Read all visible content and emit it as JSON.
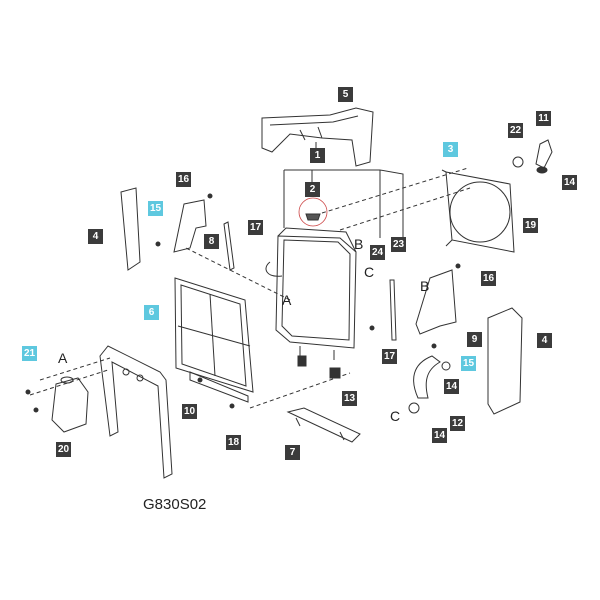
{
  "figure_code": "G830S02",
  "colors": {
    "callout_default": "#3b3b3b",
    "callout_highlight": "#5ec8df",
    "line": "#333333"
  },
  "callouts": [
    {
      "id": "c1",
      "label": "1",
      "highlighted": false
    },
    {
      "id": "c2",
      "label": "2",
      "highlighted": false
    },
    {
      "id": "c3",
      "label": "3",
      "highlighted": true
    },
    {
      "id": "c4a",
      "label": "4",
      "highlighted": false
    },
    {
      "id": "c4b",
      "label": "4",
      "highlighted": false
    },
    {
      "id": "c5",
      "label": "5",
      "highlighted": false
    },
    {
      "id": "c6",
      "label": "6",
      "highlighted": true
    },
    {
      "id": "c7",
      "label": "7",
      "highlighted": false
    },
    {
      "id": "c8",
      "label": "8",
      "highlighted": false
    },
    {
      "id": "c9",
      "label": "9",
      "highlighted": false
    },
    {
      "id": "c10",
      "label": "10",
      "highlighted": false
    },
    {
      "id": "c11",
      "label": "11",
      "highlighted": false
    },
    {
      "id": "c12",
      "label": "12",
      "highlighted": false
    },
    {
      "id": "c13",
      "label": "13",
      "highlighted": false
    },
    {
      "id": "c14a",
      "label": "14",
      "highlighted": false
    },
    {
      "id": "c14b",
      "label": "14",
      "highlighted": false
    },
    {
      "id": "c14c",
      "label": "14",
      "highlighted": false
    },
    {
      "id": "c15a",
      "label": "15",
      "highlighted": true
    },
    {
      "id": "c15b",
      "label": "15",
      "highlighted": true
    },
    {
      "id": "c16a",
      "label": "16",
      "highlighted": false
    },
    {
      "id": "c16b",
      "label": "16",
      "highlighted": false
    },
    {
      "id": "c17a",
      "label": "17",
      "highlighted": false
    },
    {
      "id": "c17b",
      "label": "17",
      "highlighted": false
    },
    {
      "id": "c18",
      "label": "18",
      "highlighted": false
    },
    {
      "id": "c19",
      "label": "19",
      "highlighted": false
    },
    {
      "id": "c20",
      "label": "20",
      "highlighted": false
    },
    {
      "id": "c21",
      "label": "21",
      "highlighted": true
    },
    {
      "id": "c22",
      "label": "22",
      "highlighted": false
    },
    {
      "id": "c23",
      "label": "23",
      "highlighted": false
    },
    {
      "id": "c24",
      "label": "24",
      "highlighted": false
    }
  ],
  "letters": {
    "a_radiator": "A",
    "a_tank": "A",
    "b_radiator": "B",
    "b_bracket": "B",
    "c_radiator": "C",
    "c_hose": "C"
  }
}
